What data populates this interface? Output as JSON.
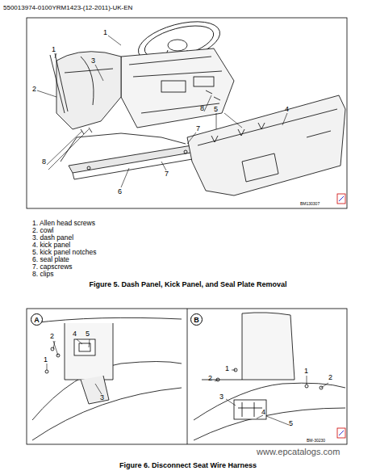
{
  "diagram": {
    "nodes": [
      {
        "text": [
          "A"
        ]
      },
      {
        "text": [
          "B"
        ]
      }
    ],
    "labels": [
      "550013974-0100YRM1423-(12-2011)-UK-EN",
      "1",
      "1",
      "3",
      "2",
      "8",
      "5",
      "4",
      "7",
      "8",
      "7",
      "6",
      "BM130307",
      "1. Allen head screws",
      "2. cowl",
      "3. dash panel",
      "4. kick panel",
      "5. kick panel notches",
      "6. seal plate",
      "7. capscrews",
      "8. clips",
      "Figure 5. Dash Panel, Kick Panel, and Seal Plate Removal",
      "4",
      "5",
      "2",
      "1",
      "3",
      "1",
      "1",
      "2",
      "2",
      "3",
      "4",
      "5",
      "BM-30230",
      "www.epcatalogs.com",
      "Figure 6. Disconnect Seat Wire Harness"
    ]
  }
}
